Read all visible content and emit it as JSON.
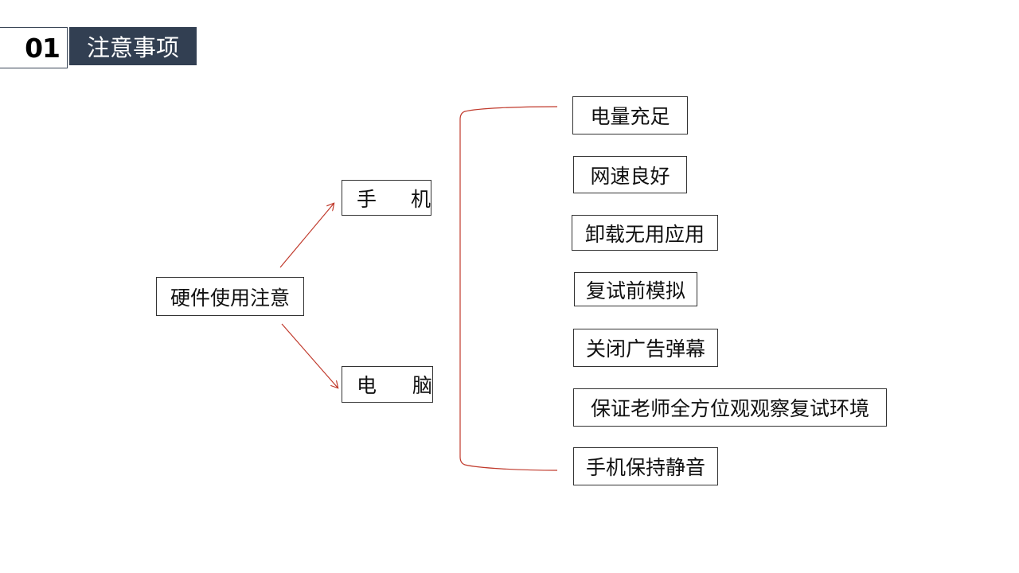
{
  "header": {
    "number": "01",
    "title": "注意事项"
  },
  "diagram": {
    "root": "硬件使用注意",
    "devices": {
      "phone": {
        "char1": "手",
        "char2": "机"
      },
      "pc": {
        "char1": "电",
        "char2": "脑"
      }
    },
    "items": [
      "电量充足",
      "网速良好",
      "卸载无用应用",
      "复试前模拟",
      "关闭广告弹幕",
      "保证老师全方位观观察复试环境",
      "手机保持静音"
    ]
  },
  "colors": {
    "header_bg": "#323f52",
    "connector": "#c0392b"
  }
}
